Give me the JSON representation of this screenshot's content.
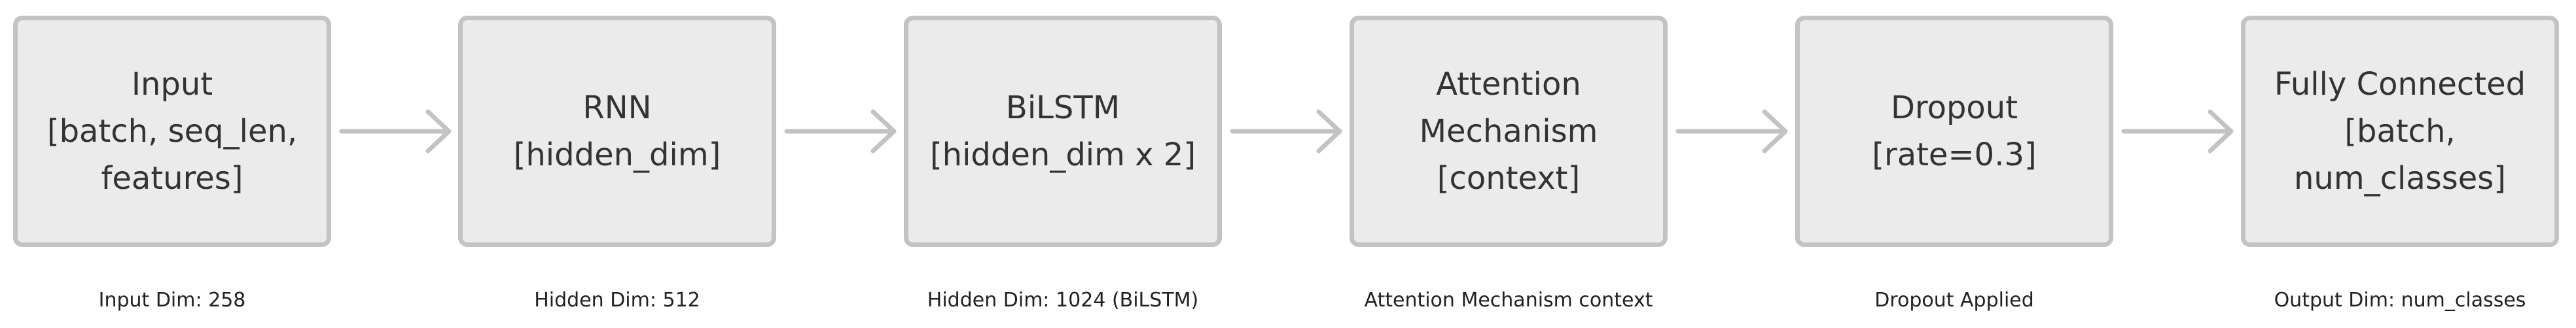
{
  "nodes": [
    {
      "lines": [
        "Input",
        "[batch, seq_len,",
        "features]"
      ],
      "caption": "Input Dim: 258"
    },
    {
      "lines": [
        "RNN",
        "[hidden_dim]"
      ],
      "caption": "Hidden Dim: 512"
    },
    {
      "lines": [
        "BiLSTM",
        "[hidden_dim x 2]"
      ],
      "caption": "Hidden Dim: 1024 (BiLSTM)"
    },
    {
      "lines": [
        "Attention",
        "Mechanism",
        "[context]"
      ],
      "caption": "Attention Mechanism context"
    },
    {
      "lines": [
        "Dropout",
        "[rate=0.3]"
      ],
      "caption": "Dropout Applied"
    },
    {
      "lines": [
        "Fully Connected",
        "[batch,",
        "num_classes]"
      ],
      "caption": "Output Dim: num_classes"
    }
  ],
  "colors": {
    "node_fill": "#ebebeb",
    "node_border": "#c3c3c3",
    "arrow": "#c3c3c3",
    "text": "#333333"
  }
}
